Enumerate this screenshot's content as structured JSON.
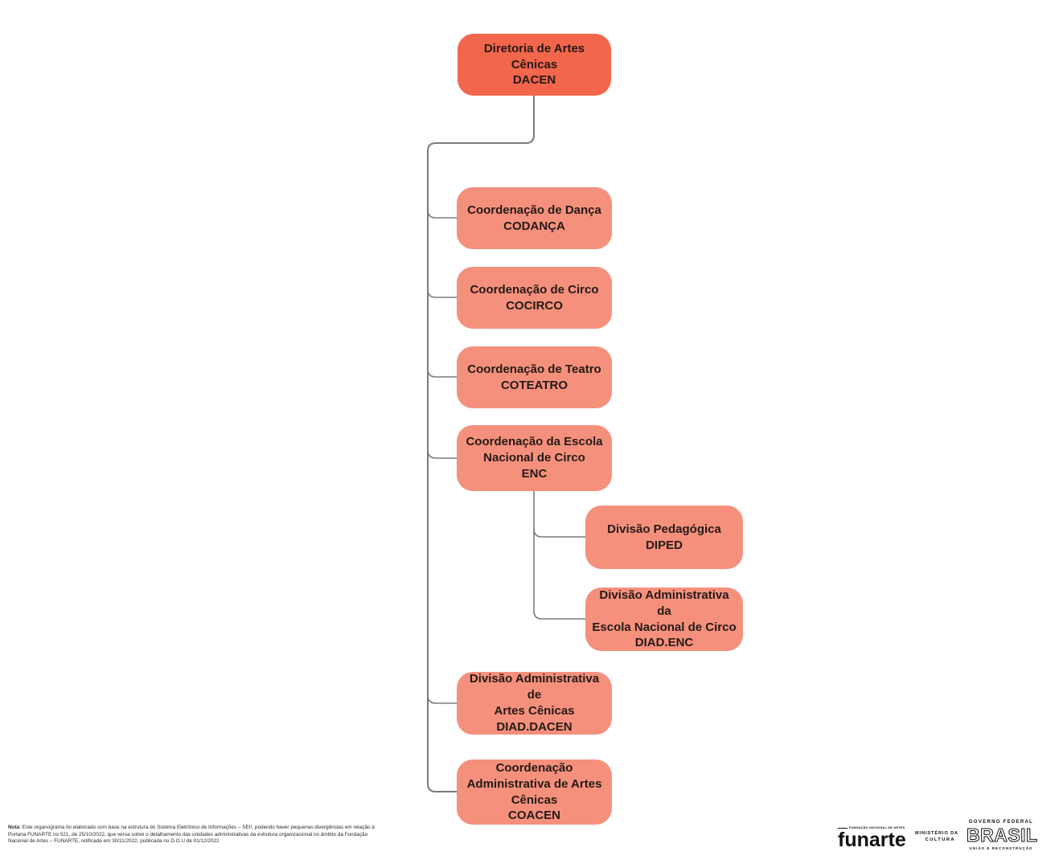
{
  "org_chart": {
    "root": {
      "id": "DACEN",
      "label": "Diretoria de Artes Cênicas\nDACEN"
    },
    "nodes": [
      {
        "id": "CODANÇA",
        "label": "Coordenação de Dança\nCODANÇA"
      },
      {
        "id": "COCIRCO",
        "label": "Coordenação de Circo\nCOCIRCO"
      },
      {
        "id": "COTEATRO",
        "label": "Coordenação de Teatro\nCOTEATRO"
      },
      {
        "id": "ENC",
        "label": "Coordenação da Escola\nNacional de Circo\nENC"
      },
      {
        "id": "DIPED",
        "label": "Divisão Pedagógica\nDIPED"
      },
      {
        "id": "DIAD.ENC",
        "label": "Divisão Administrativa da\nEscola Nacional de Circo\nDIAD.ENC"
      },
      {
        "id": "DIAD.DACEN",
        "label": "Divisão Administrativa de\nArtes Cênicas\nDIAD.DACEN"
      },
      {
        "id": "COACEN",
        "label": "Coordenação\nAdministrativa de Artes\nCênicas\nCOACEN"
      }
    ]
  },
  "note": {
    "label": "Nota",
    "text": ": Este organograma foi elaborado com base na estrutura do Sistema Eletrônico de Informações – SEI!, podendo haver pequenas divergências em relação à Portaria FUNARTE no 521, de 25/10/2022, que versa sobre o detalhamento das unidades administrativas da estrutura organizacional no âmbito da Fundação Nacional de Artes – FUNARTE, retificada em 30/11/2022, publicada no D.O.U de 01/12/2022"
  },
  "logos": {
    "funarte": {
      "tagline": "FUNDAÇÃO NACIONAL DE ARTES",
      "wordmark": "funarte"
    },
    "ministerio": {
      "line1": "MINISTÉRIO DA",
      "line2": "CULTURA"
    },
    "governo": {
      "line1": "GOVERNO FEDERAL",
      "wordmark": "BRASIL",
      "line3": "UNIÃO E RECONSTRUÇÃO"
    }
  },
  "colors": {
    "root_fill": "#f2664c",
    "node_fill": "#f5907d",
    "connector": "#7b7b7b",
    "text": "#241a16",
    "background": "#ffffff"
  }
}
